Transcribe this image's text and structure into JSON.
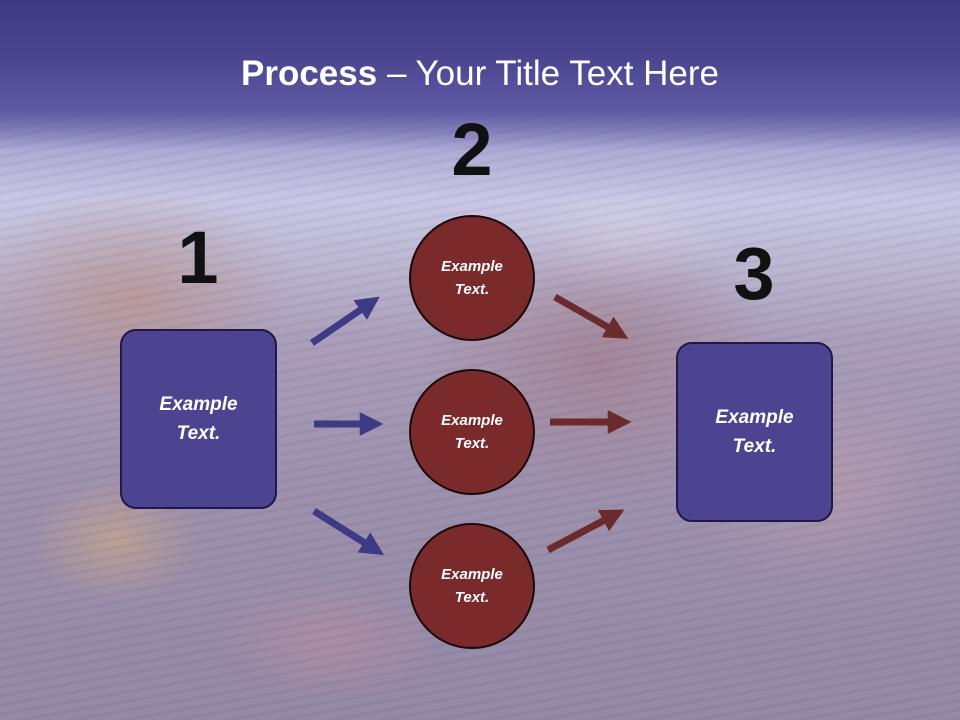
{
  "title": {
    "bold": "Process",
    "separator": " – ",
    "rest": "Your Title Text Here"
  },
  "steps": {
    "step1": {
      "number": "1",
      "text": "Example Text."
    },
    "step2": {
      "number": "2",
      "circles": [
        {
          "text": "Example Text."
        },
        {
          "text": "Example Text."
        },
        {
          "text": "Example Text."
        }
      ]
    },
    "step3": {
      "number": "3",
      "text": "Example Text."
    }
  },
  "colors": {
    "title_band": "#4a4690",
    "box_fill": "#4c4490",
    "circle_fill": "#7b2a2c",
    "arrow_left": "#3f3a85",
    "arrow_right": "#6b2a2c"
  }
}
